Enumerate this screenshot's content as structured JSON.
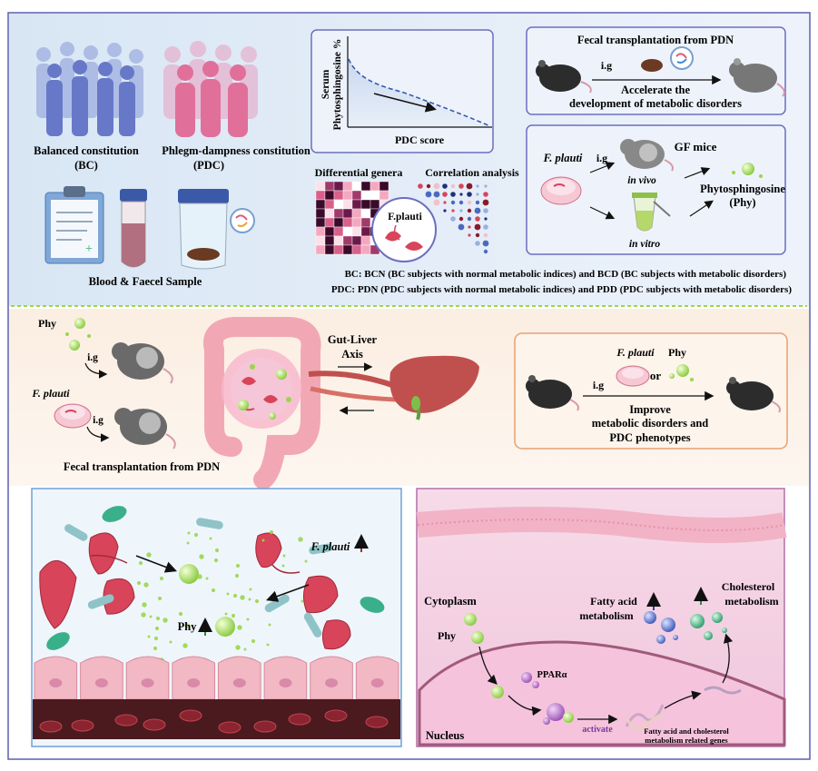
{
  "top": {
    "bc_label": "Balanced constitution",
    "bc_abbr": "(BC)",
    "pdc_label": "Phlegm-dampness constitution",
    "pdc_abbr": "(PDC)",
    "sample_label": "Blood & Faecel Sample",
    "chart_ylabel_1": "Serum",
    "chart_ylabel_2": "Phytosphingosine %",
    "chart_xlabel": "PDC score",
    "differential_genera": "Differential genera",
    "correlation_analysis": "Correlation analysis",
    "fplauti_circle": "F.plauti",
    "fecal_title": "Fecal transplantation from PDN",
    "ig": "i.g",
    "accelerate_1": "Accelerate the",
    "accelerate_2": "development of metabolic disorders",
    "fplauti": "F. plauti",
    "gf_mice": "GF mice",
    "in_vivo": "in vivo",
    "in_vitro": "in vitro",
    "phyto_1": "Phytosphingosine",
    "phyto_2": "(Phy)",
    "legend_bc": "BC: BCN (BC subjects with normal metabolic indices) and BCD (BC subjects with metabolic disorders)",
    "legend_pdc": "PDC: PDN (PDC subjects with normal metabolic indices) and PDD (PDC subjects with metabolic disorders)"
  },
  "middle": {
    "phy": "Phy",
    "ig": "i.g",
    "fplauti": "F. plauti",
    "fecal_label": "Fecal transplantation from PDN",
    "gut_liver_1": "Gut-Liver",
    "gut_liver_2": "Axis",
    "or": "or",
    "improve_1": "Improve",
    "improve_2": "metabolic disorders and",
    "improve_3": "PDC phenotypes"
  },
  "bottom": {
    "fplauti_up": "F. plauti",
    "phy_up": "Phy",
    "cytoplasm": "Cytoplasm",
    "nucleus": "Nucleus",
    "phy": "Phy",
    "ppara": "PPARα",
    "activate": "activate",
    "fatty_1": "Fatty acid",
    "fatty_2": "metabolism",
    "chol_1": "Cholesterol",
    "chol_2": "metabolism",
    "genes_1": "Fatty acid and cholesterol",
    "genes_2": "metabolism related genes"
  },
  "colors": {
    "frame": "#5a5fb0",
    "panel_border": "#6b6fc0",
    "orange_border": "#e8a070",
    "blue_border": "#6fa0d8",
    "pink_border": "#b070a8",
    "green_dot": "#9bd64a",
    "bacteria_red": "#d8445a",
    "liver": "#c0504e",
    "arrow_up_red": "#b03030",
    "arrow_up_green": "#2f8a3a",
    "arrow_up_blue": "#2f3fb0"
  }
}
